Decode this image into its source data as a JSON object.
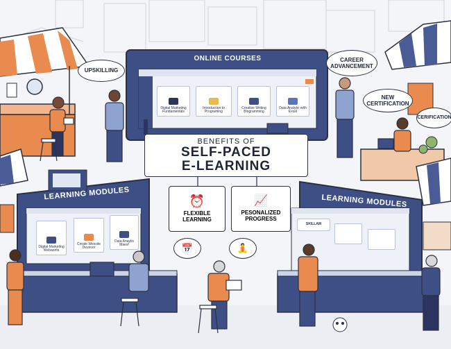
{
  "headline": {
    "line1": "BENEFITS OF",
    "line2": "SELF-PACED",
    "line3": "E-LEARNING"
  },
  "center_screen": {
    "title": "ONLINE COURSES",
    "cards": [
      "Digital Marketing Fundamentals",
      "Introduction to Programing",
      "Creative Writing Blogramming",
      "Data Analytic with Excel"
    ]
  },
  "left_screen": {
    "title": "LEARNING MODULES",
    "cards": [
      "Digital Marketing Webaonts",
      "Create Wessite Deveoor",
      "Data Anaytis Maesf"
    ]
  },
  "right_screen": {
    "title": "LEARNING MODULES",
    "cards": [
      "SKILLAM"
    ]
  },
  "bubbles": {
    "upskilling": "UPSKILLING",
    "career": "CAREER ADVANCEMENT",
    "certification": "NEW CERTIFICATION",
    "certification_partial": "CERIFICATION"
  },
  "benefits": [
    {
      "label": "FLEXIBLE LEARNING",
      "icon": "clock-icon"
    },
    {
      "label": "PESONALIZED PROGRESS",
      "icon": "chart-icon"
    }
  ],
  "small_bubbles": [
    {
      "icon": "calendar-icon"
    },
    {
      "icon": "person-icon"
    }
  ],
  "colors": {
    "navy": "#3e4f86",
    "navy_dark": "#2b3560",
    "orange": "#e98a4f",
    "stripe_blue": "#4a5c95",
    "outline": "#2b3040"
  }
}
